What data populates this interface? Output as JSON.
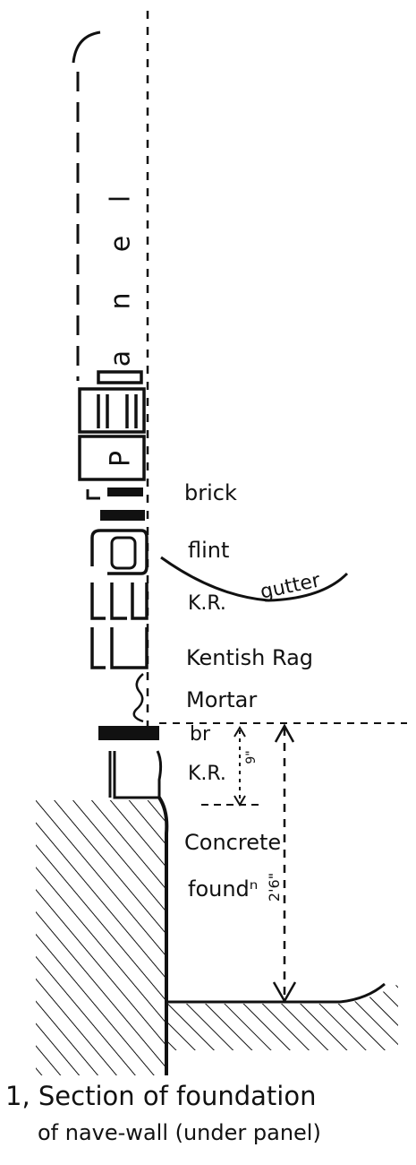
{
  "panel_letters": [
    "P",
    "a",
    "n",
    "e",
    "l"
  ],
  "layers": {
    "brick": "brick",
    "flint": "flint",
    "gutter": "gutter",
    "kr_upper": "K.R.",
    "kentish_rag": "Kentish Rag",
    "mortar": "Mortar",
    "br": "br",
    "kr_lower": "K.R.",
    "concrete": "Concrete",
    "foundn": "foundⁿ"
  },
  "dimensions": {
    "small": "9\"",
    "large": "2'6\""
  },
  "caption": {
    "line1": "1, Section of foundation",
    "line2": "of nave-wall (under panel)"
  },
  "colors": {
    "ink": "#111111",
    "paper": "#ffffff"
  }
}
